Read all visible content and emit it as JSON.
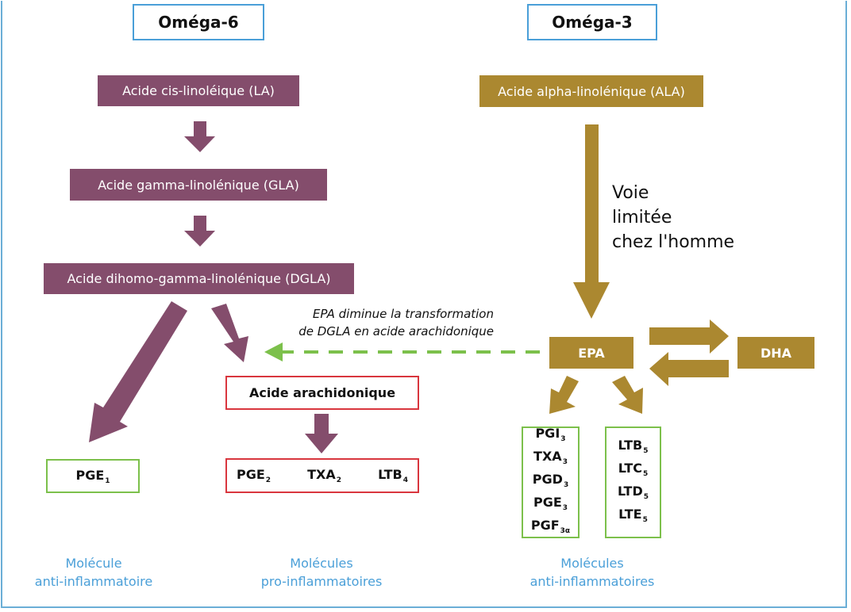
{
  "headers": {
    "omega6": "Oméga-6",
    "omega3": "Oméga-3"
  },
  "omega6": {
    "la": "Acide cis-linoléique (LA)",
    "gla": "Acide gamma-linolénique (GLA)",
    "dgla": "Acide dihomo-gamma-linolénique (DGLA)",
    "aa": "Acide arachidonique",
    "pge1": {
      "name": "PGE",
      "sub": "1"
    },
    "pro_products": [
      {
        "name": "PGE",
        "sub": "2"
      },
      {
        "name": "TXA",
        "sub": "2"
      },
      {
        "name": "LTB",
        "sub": "4"
      }
    ]
  },
  "omega3": {
    "ala": "Acide alpha-linolénique (ALA)",
    "epa": "EPA",
    "dha": "DHA",
    "voie": [
      "Voie",
      "limitée",
      "chez l'homme"
    ],
    "prostanoids": [
      {
        "name": "PGI",
        "sub": "3"
      },
      {
        "name": "TXA",
        "sub": "3"
      },
      {
        "name": "PGD",
        "sub": "3"
      },
      {
        "name": "PGE",
        "sub": "3"
      },
      {
        "name": "PGF",
        "sub": "3α"
      }
    ],
    "leukotrienes": [
      {
        "name": "LTB",
        "sub": "5"
      },
      {
        "name": "LTC",
        "sub": "5"
      },
      {
        "name": "LTD",
        "sub": "5"
      },
      {
        "name": "LTE",
        "sub": "5"
      }
    ]
  },
  "note": [
    "EPA diminue la transformation",
    "de DGLA en acide arachidonique"
  ],
  "captions": {
    "anti_single": [
      "Molécule",
      "anti-inflammatoire"
    ],
    "pro": [
      "Molécules",
      "pro-inflammatoires"
    ],
    "anti_multi": [
      "Molécules",
      "anti-inflammatoires"
    ]
  },
  "colors": {
    "omega6": "#844d6c",
    "omega3": "#ab8830",
    "pro": "#d9363e",
    "anti": "#7cc04b",
    "header": "#4a9fd8",
    "inhibition": "#7cc04b"
  }
}
